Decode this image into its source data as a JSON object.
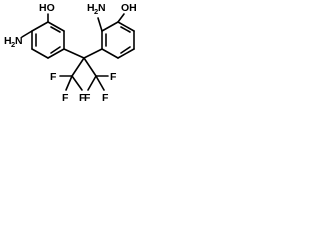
{
  "molecule": {
    "labels": {
      "left_oh": "HO",
      "left_nh2": "H",
      "left_nh2_sub": "2",
      "left_nh2_n": "N",
      "right_nh2": "H",
      "right_nh2_sub": "2",
      "right_nh2_n": "N",
      "right_oh": "OH",
      "f1": "F",
      "f2": "F",
      "f3": "F",
      "f4": "F",
      "f5": "F",
      "f6": "F"
    },
    "colors": {
      "bond": "#000000",
      "label": "#000000",
      "background": "#ffffff"
    }
  }
}
